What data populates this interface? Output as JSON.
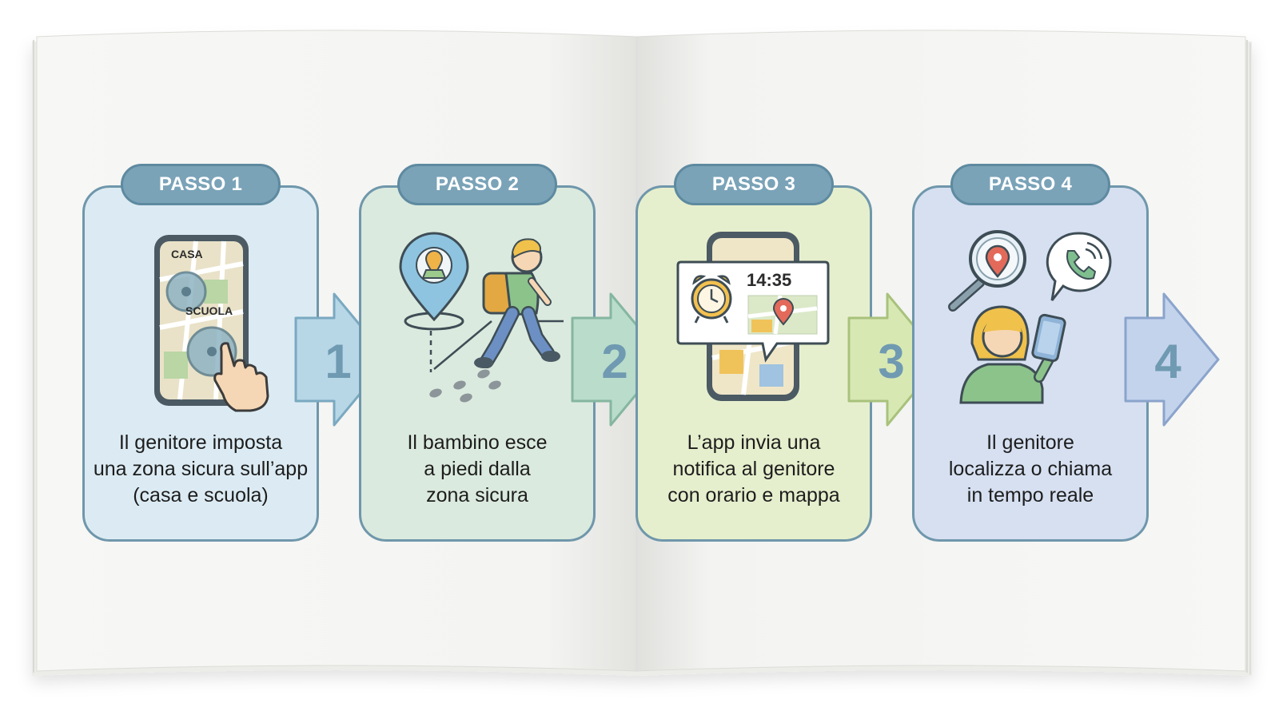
{
  "steps": [
    {
      "badge": "PASSO 1",
      "number": "1",
      "lines": [
        "Il genitore imposta",
        "una zona sicura sull’app",
        "(casa e scuola)"
      ],
      "map_labels": [
        "CASA",
        "SCUOLA"
      ],
      "card_color": "#dcebf3",
      "arrow_color": "#b7d7e6"
    },
    {
      "badge": "PASSO 2",
      "number": "2",
      "lines": [
        "Il bambino esce",
        "a piedi dalla",
        "zona sicura"
      ],
      "card_color": "#dbeade",
      "arrow_color": "#b9dccb"
    },
    {
      "badge": "PASSO 3",
      "number": "3",
      "lines": [
        "L’app invia una",
        "notifica al genitore",
        "con orario e mappa"
      ],
      "notification_time": "14:35",
      "card_color": "#e6efcd",
      "arrow_color": "#d8e8b3"
    },
    {
      "badge": "PASSO 4",
      "number": "4",
      "lines": [
        "Il genitore",
        "localizza o chiama",
        "in tempo reale"
      ],
      "card_color": "#d6e0f1",
      "arrow_color": "#c3d3ec"
    }
  ],
  "icons": {
    "step1": [
      "phone-icon",
      "geofence-icon",
      "hand-pointer-icon"
    ],
    "step2": [
      "location-pin-icon",
      "walking-child-icon",
      "footprints-icon"
    ],
    "step3": [
      "phone-icon",
      "alarm-clock-icon",
      "map-pin-icon"
    ],
    "step4": [
      "magnifier-pin-icon",
      "phone-call-icon",
      "parent-with-phone-icon"
    ]
  }
}
